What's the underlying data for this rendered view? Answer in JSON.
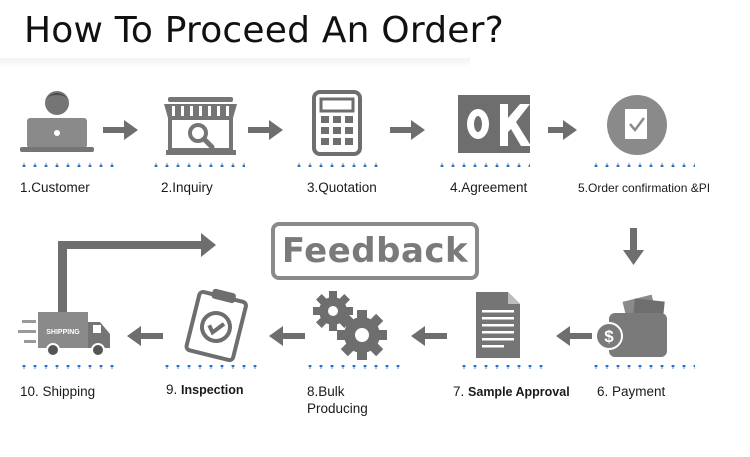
{
  "title": "How To Proceed An Order?",
  "feedback_label": "Feedback",
  "steps": [
    {
      "number": "1.",
      "label": "Customer",
      "icon": "customer-laptop-icon"
    },
    {
      "number": "2.",
      "label": "Inquiry",
      "icon": "store-search-icon"
    },
    {
      "number": "3.",
      "label": "Quotation",
      "icon": "calculator-icon"
    },
    {
      "number": "4.",
      "label": "Agreement",
      "icon": "ok-icon"
    },
    {
      "number": "5.",
      "label": "Order confirmation &PI",
      "icon": "confirmation-check-icon"
    },
    {
      "number": "6.",
      "label": "Payment",
      "icon": "wallet-money-icon"
    },
    {
      "number": "7.",
      "label": "Sample Approval",
      "icon": "document-icon"
    },
    {
      "number": "8.",
      "label": "Bulk Producing",
      "icon": "gears-icon"
    },
    {
      "number": "9.",
      "label": "Inspection",
      "icon": "clipboard-check-icon"
    },
    {
      "number": "10.",
      "label": "Shipping",
      "icon": "shipping-truck-icon"
    }
  ],
  "truck_text": "SHIPPING",
  "colors": {
    "icon": "#757575",
    "arrow": "#6e6e6e",
    "dots": "#1e6fd0",
    "feedback_border": "#8a8a8a"
  }
}
